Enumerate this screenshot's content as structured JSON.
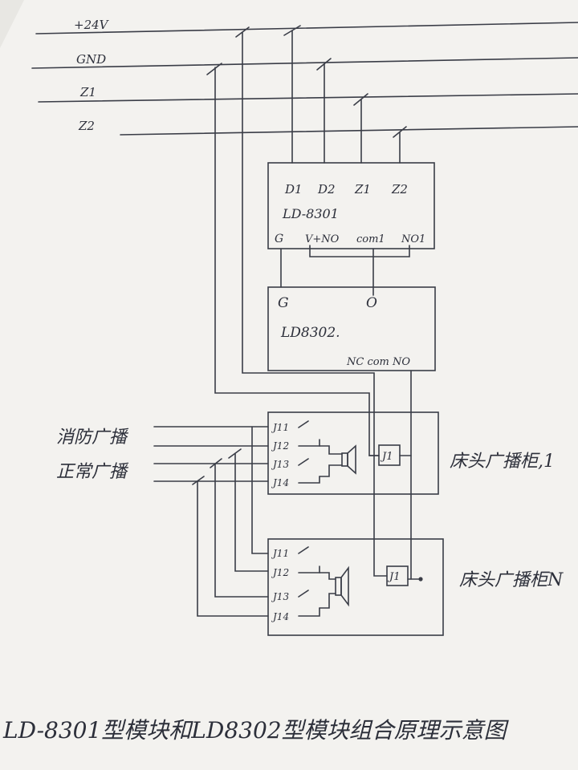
{
  "bus": {
    "plus24v": "+24V",
    "gnd": "GND",
    "z1": "Z1",
    "z2": "Z2"
  },
  "module_8301": {
    "name": "LD-8301",
    "top_terminals": [
      "D1",
      "D2",
      "Z1",
      "Z2"
    ],
    "bottom_terminals": [
      "G",
      "V+NO",
      "com1",
      "NO1"
    ]
  },
  "module_8302": {
    "name": "LD8302.",
    "g_label": "G",
    "o_label": "O",
    "bottom_terminals": "NC com NO"
  },
  "inputs": {
    "fire_broadcast": "消防广播",
    "normal_broadcast": "正常广播"
  },
  "cabinet_1": {
    "label": "床头广播柜,1",
    "terminals": [
      "J11",
      "J12",
      "J13",
      "J14"
    ],
    "relay": "J1"
  },
  "cabinet_n": {
    "label": "床头广播柜N",
    "terminals": [
      "J11",
      "J12",
      "J13",
      "J14"
    ],
    "relay": "J1"
  },
  "caption": "LD-8301型模块和LD8302型模块组合原理示意图"
}
